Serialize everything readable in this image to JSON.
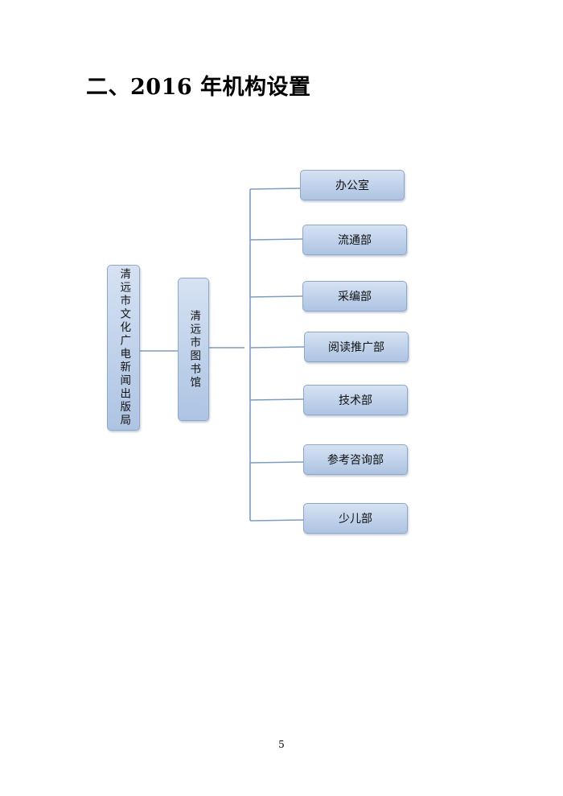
{
  "page": {
    "title": "二、2016 年机构设置",
    "page_number": "5"
  },
  "org_chart": {
    "root": {
      "label": "清远市文化广电新闻出版局"
    },
    "library": {
      "label": "清远市图书馆"
    },
    "departments": [
      {
        "label": "办公室"
      },
      {
        "label": "流通部"
      },
      {
        "label": "采编部"
      },
      {
        "label": "阅读推广部"
      },
      {
        "label": "技术部"
      },
      {
        "label": "参考咨询部"
      },
      {
        "label": "少儿部"
      }
    ]
  },
  "colors": {
    "node_fill": "#bfd1ea",
    "node_border": "#8fa8c9",
    "connector": "#7f9cc2"
  }
}
